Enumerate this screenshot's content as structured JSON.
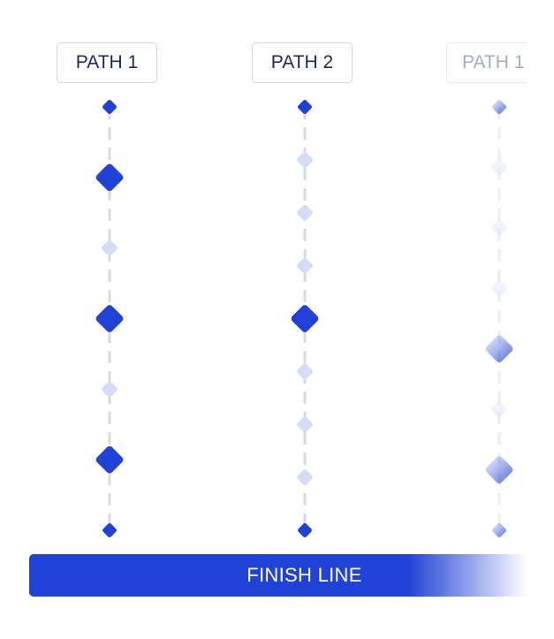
{
  "paths": [
    {
      "label": "PATH 1",
      "nodes": [
        "small",
        "big",
        "faint",
        "big",
        "faint",
        "big",
        "small"
      ]
    },
    {
      "label": "PATH 2",
      "nodes": [
        "small",
        "faint",
        "faint",
        "faint",
        "big",
        "faint",
        "faint",
        "faint",
        "small"
      ]
    },
    {
      "label": "PATH 1",
      "nodes": [
        "small",
        "faint",
        "faint",
        "faint",
        "big",
        "faint",
        "big",
        "small"
      ]
    }
  ],
  "finish_label": "FINISH LINE",
  "colors": {
    "accent": "#2142d6",
    "faint_node": "#d4dcf8",
    "dash": "#d7d9de",
    "label_text": "#1a2b57",
    "label_border": "#d3d6dc"
  }
}
